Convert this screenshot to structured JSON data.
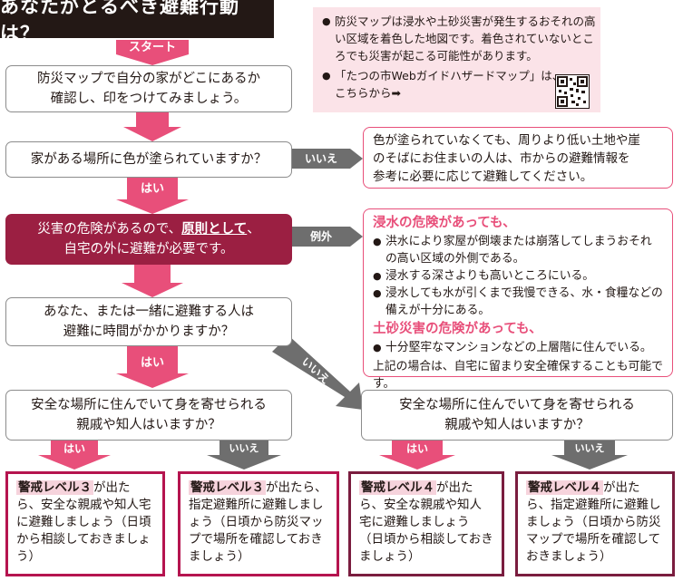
{
  "title": "あなたがとるべき避難行動は？",
  "start_label": "スタート",
  "notes": {
    "note1": "防災マップは浸水や土砂災害が発生するおそれの高い区域を着色した地図です。着色されていないところでも災害が起こる可能性があります。",
    "note2_line1": "「たつの市Webガイドハザードマップ」は、",
    "note2_line2": "こちらから➡"
  },
  "steps": {
    "step1_line1": "防災マップで自分の家がどこにあるか",
    "step1_line2": "確認し、印をつけてみましょう。",
    "q1": "家がある場所に色が塗られていますか？",
    "danger_line1a": "災害の危険があるので、",
    "danger_line1b": "原則として",
    "danger_line1c": "、",
    "danger_line2": "自宅の外に避難が必要です。",
    "q2_line1": "あなた、または一緒に避難する人は",
    "q2_line2": "避難に時間がかかりますか？",
    "q3_left_line1": "安全な場所に住んでいて身を寄せられる",
    "q3_left_line2": "親戚や知人はいますか？",
    "q3_right_line1": "安全な場所に住んでいて身を寄せられる",
    "q3_right_line2": "親戚や知人はいますか？"
  },
  "labels": {
    "yes": "はい",
    "no": "いいえ",
    "exception": "例外"
  },
  "no_color_box": {
    "line1": "色が塗られていなくても、周りより低い土地や崖",
    "line2": "のそばにお住まいの人は、市からの避難情報を",
    "line3": "参考に必要に応じて避難してください。"
  },
  "exception_box": {
    "flood_head": "浸水の危険があっても、",
    "flood_items": [
      "洪水により家屋が倒壊または崩落してしまうおそれの高い区域の外側である。",
      "浸水する深さよりも高いところにいる。",
      "浸水しても水が引くまで我慢できる、水・食糧などの備えが十分にある。"
    ],
    "landslide_head": "土砂災害の危険があっても、",
    "landslide_items": [
      "十分堅牢なマンションなどの上層階に住んでいる。"
    ],
    "footer": "上記の場合は、自宅に留まり安全確保することも可能です。"
  },
  "outcomes": [
    {
      "level": "警戒レベル３",
      "text": "が出たら、安全な親戚や知人宅に避難しましょう（日頃から相談しておきましょう）"
    },
    {
      "level": "警戒レベル３",
      "text": "が出たら、指定避難所に避難しましょう（日頃から防災マップで場所を確認しておきましょう）"
    },
    {
      "level": "警戒レベル４",
      "text": "が出たら、安全な親戚や知人宅に避難しましょう（日頃から相談しておきましょう）"
    },
    {
      "level": "警戒レベル４",
      "text": "が出たら、指定避難所に避難しましょう（日頃から防災マップで場所を確認しておきましょう）"
    }
  ],
  "colors": {
    "pink": "#e84f7a",
    "dark_red": "#9b1f42",
    "gray": "#6e6e6e",
    "note_bg": "#fbe3e8"
  }
}
